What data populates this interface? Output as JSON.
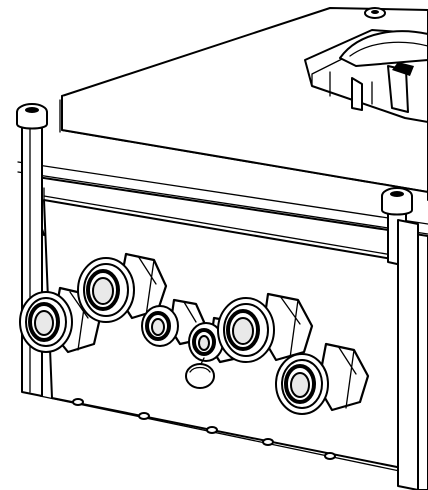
{
  "figure": {
    "subject": "",
    "colors": {
      "line": "#000000",
      "fill": "#ffffff",
      "shade": "#e9e9e9"
    }
  },
  "glands": [
    {
      "size": "large"
    },
    {
      "size": "large"
    },
    {
      "size": "small"
    },
    {
      "size": "small"
    },
    {
      "size": "large"
    },
    {
      "size": "large"
    }
  ],
  "icons": {
    "cap": "protective-cap-icon",
    "switch": "rotary-switch-icon"
  }
}
